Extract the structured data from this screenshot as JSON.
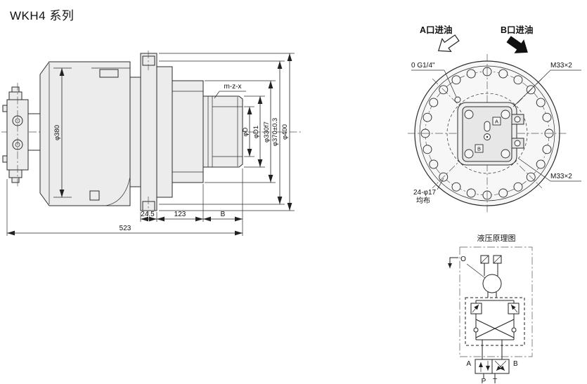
{
  "title": "WKH4 系列",
  "side_view": {
    "shaft_label": "m-z-x",
    "dim_phi380": "φ380",
    "dim_phiD": "φD",
    "dim_phiD1": "φD1",
    "dim_phi330f7": "φ330f7",
    "dim_phi370": "φ370±0.3",
    "dim_phi400": "φ400",
    "dim_24_5": "24.5",
    "dim_123": "123",
    "dim_B": "B",
    "dim_523": "523"
  },
  "front_view": {
    "port_a_label": "A口进油",
    "port_b_label": "B口进油",
    "gauge_port_label": "0 G1/4\"",
    "thread_top_label": "M33×2",
    "thread_bottom_label": "M33×2",
    "bolt_holes_label": "24-φ17",
    "bolt_holes_note": "均布",
    "block_port_a": "A",
    "block_port_b": "B"
  },
  "schematic": {
    "title": "液压原理图",
    "drain_label": "O",
    "port_a": "A",
    "port_b": "B",
    "port_p": "P",
    "port_t": "T"
  }
}
